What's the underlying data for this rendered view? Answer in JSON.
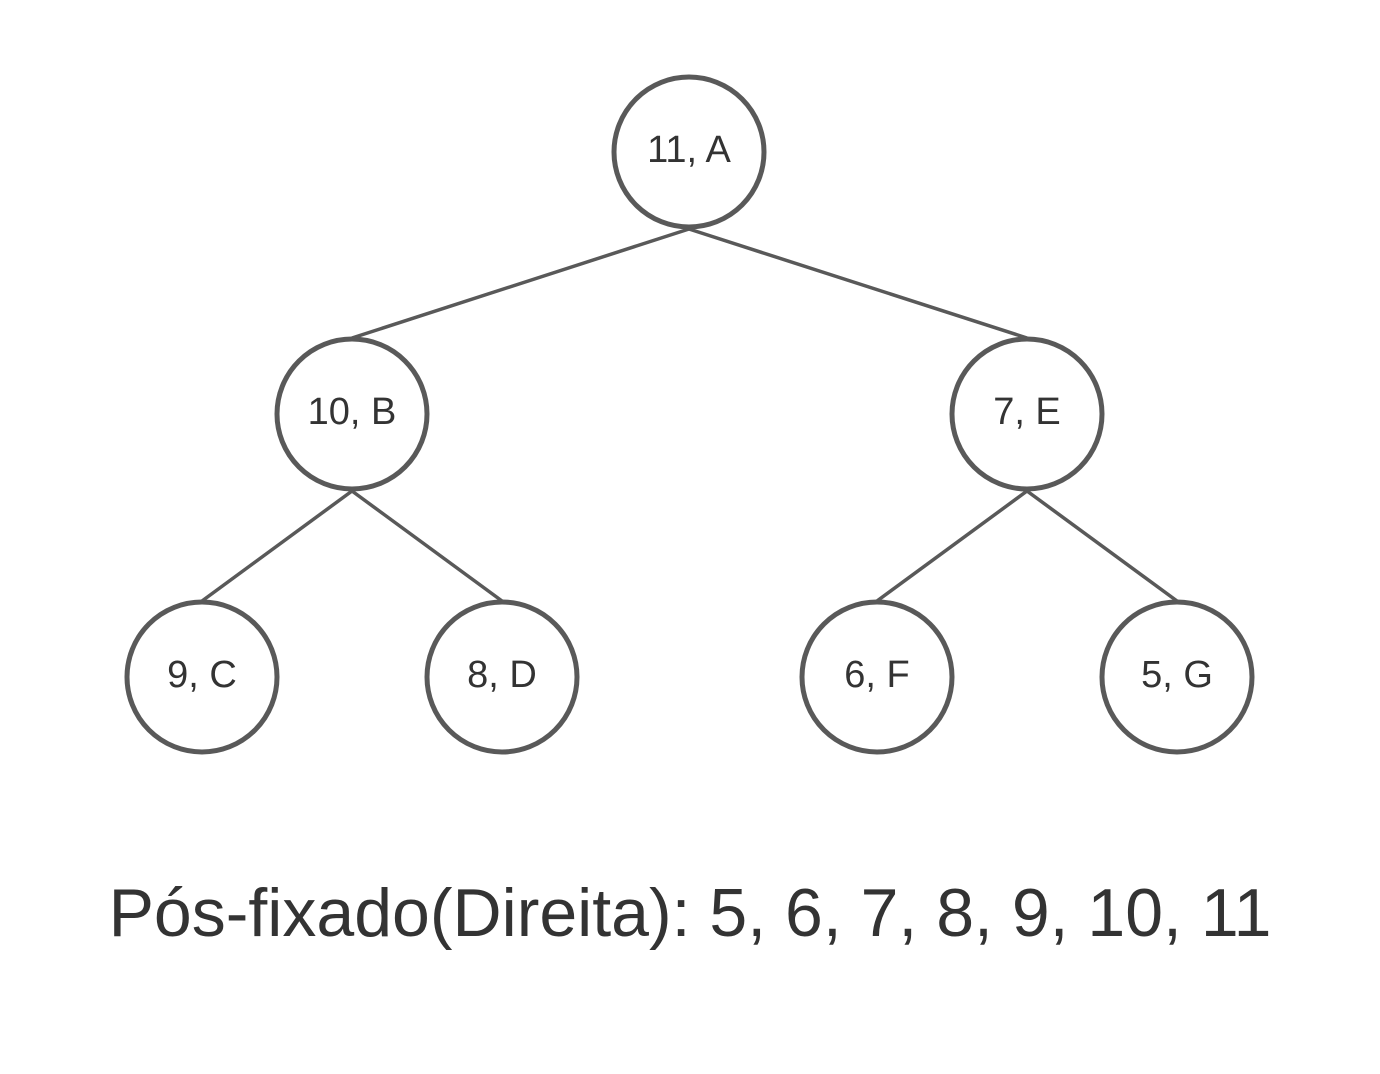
{
  "diagram": {
    "type": "binary-tree",
    "colors": {
      "stroke": "#595959",
      "text": "#333333",
      "background": "#ffffff"
    },
    "nodes": [
      {
        "id": "A",
        "label": "11, A",
        "parent": null
      },
      {
        "id": "B",
        "label": "10, B",
        "parent": "A"
      },
      {
        "id": "E",
        "label": "7, E",
        "parent": "A"
      },
      {
        "id": "C",
        "label": "9, C",
        "parent": "B"
      },
      {
        "id": "D",
        "label": "8, D",
        "parent": "B"
      },
      {
        "id": "F",
        "label": "6, F",
        "parent": "E"
      },
      {
        "id": "G",
        "label": "5, G",
        "parent": "E"
      }
    ]
  },
  "caption": "Pós-fixado(Direita): 5, 6, 7, 8, 9, 10, 11"
}
